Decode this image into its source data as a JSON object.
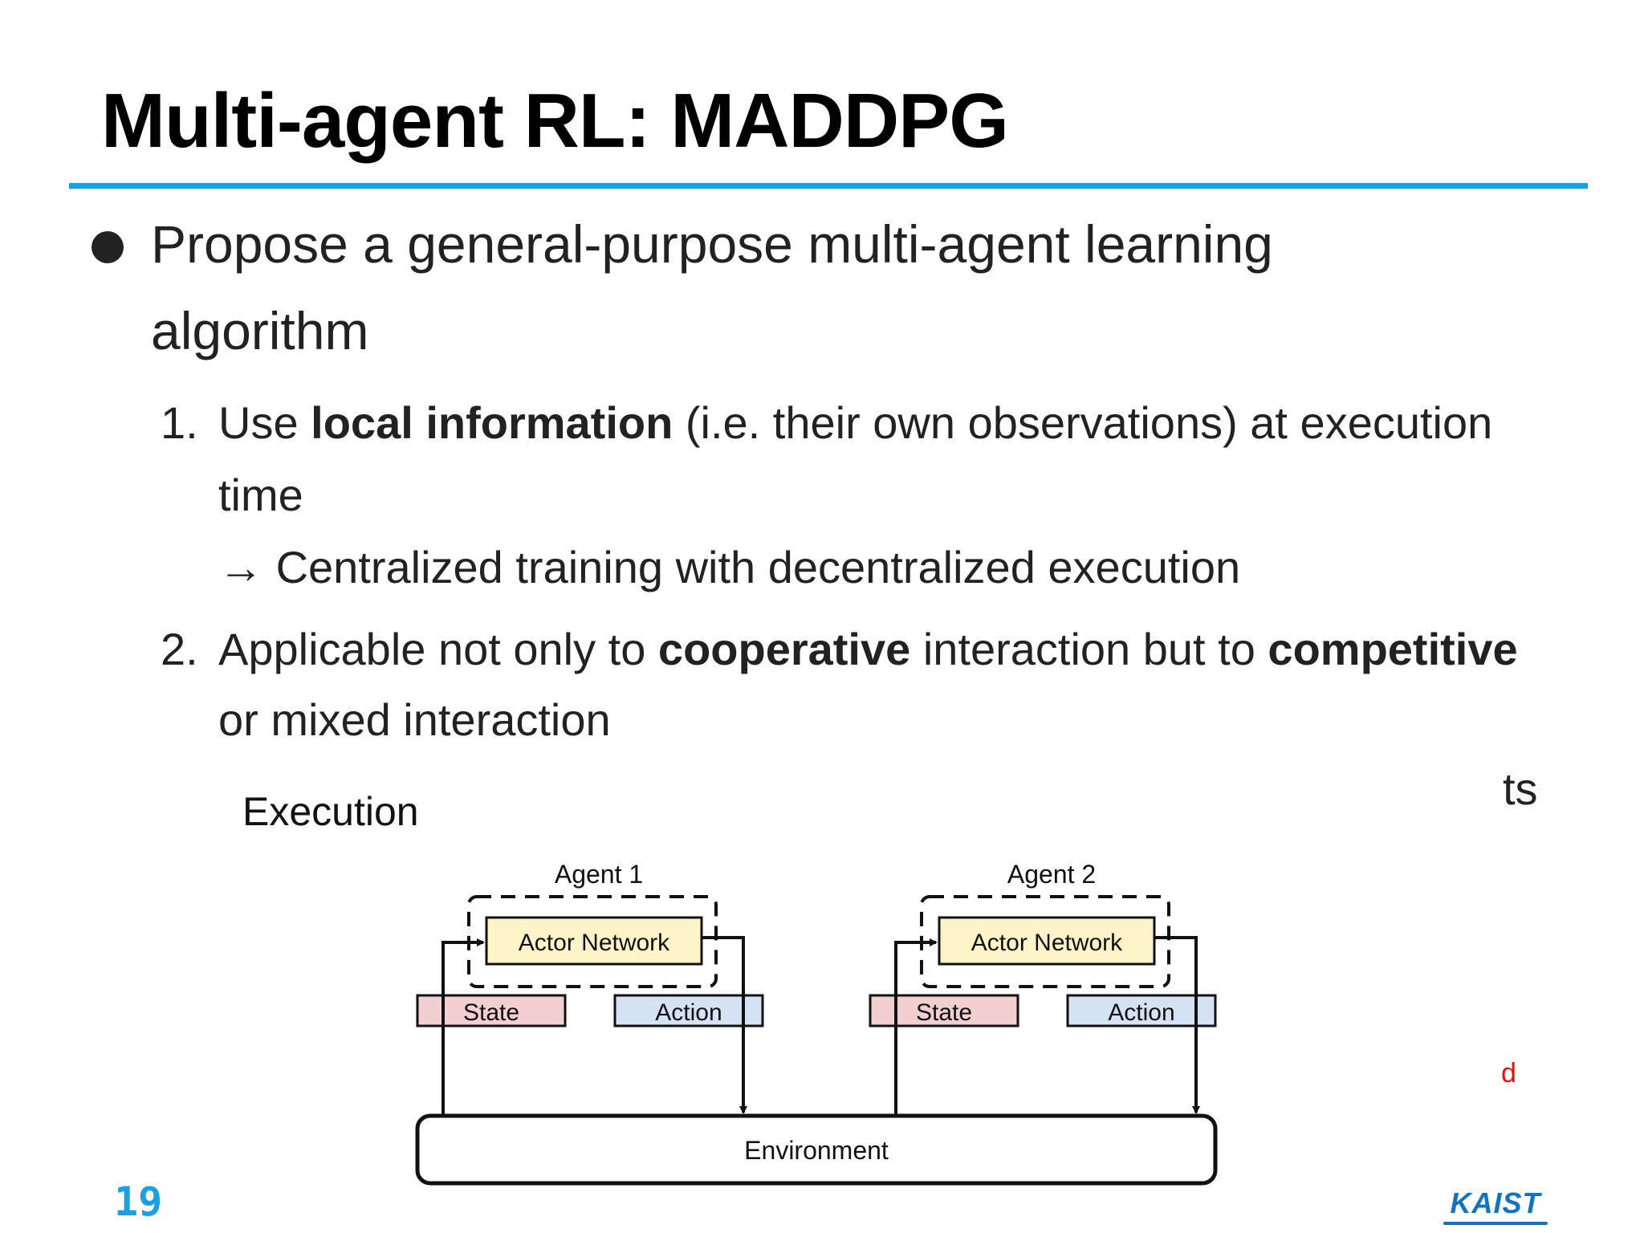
{
  "slide": {
    "title": "Multi-agent RL: MADDPG",
    "page_number": "19"
  },
  "bullet": {
    "line1": "Propose a general-purpose multi-agent learning",
    "line2": "algorithm"
  },
  "items": [
    {
      "number": "1.",
      "pre": "Use ",
      "bold": "local information",
      "post": " (i.e. their own observations) at execution",
      "cont": "time",
      "arrow": "→",
      "arrow_text": "Centralized training with decentralized execution"
    },
    {
      "number": "2.",
      "pre": "Applicable not only to ",
      "bold1": "cooperative",
      "mid": " interaction but to ",
      "bold2": "competitive",
      "cont": "or mixed interaction"
    }
  ],
  "fragments": {
    "ts": "ts",
    "red": "d"
  },
  "diagram": {
    "section_label": "Execution",
    "agents": [
      {
        "name": "Agent 1",
        "network": "Actor Network",
        "state": "State",
        "action": "Action"
      },
      {
        "name": "Agent 2",
        "network": "Actor Network",
        "state": "State",
        "action": "Action"
      }
    ],
    "environment": "Environment",
    "colors": {
      "network_fill": "#fdf3c8",
      "state_fill": "#f3cfd2",
      "action_fill": "#d4e2f4"
    }
  },
  "logo": {
    "text": "KAIST"
  }
}
